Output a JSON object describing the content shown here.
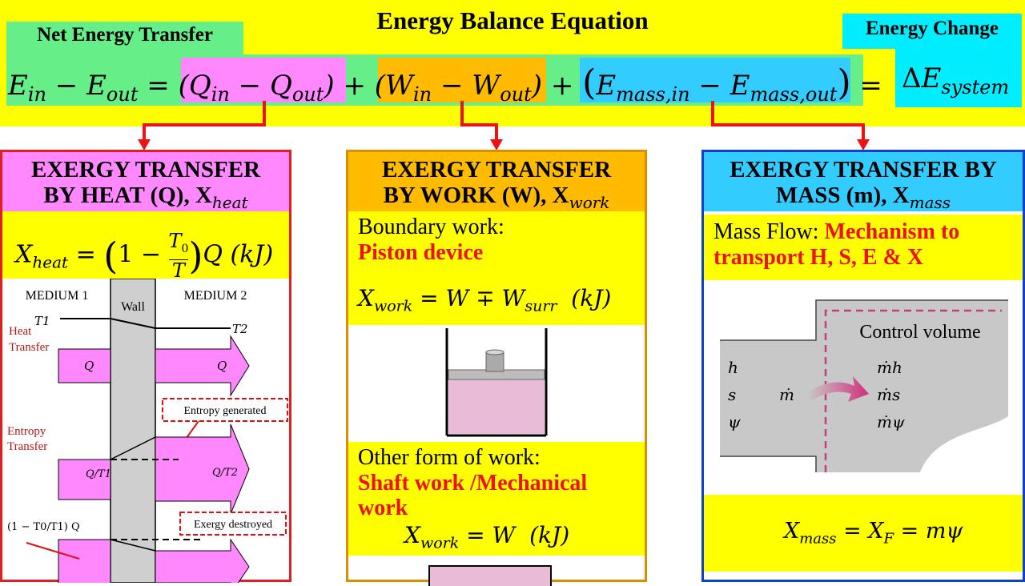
{
  "header": {
    "title": "Energy Balance Equation",
    "net_label": "Net Energy Transfer",
    "energy_change_label": "Energy Change",
    "equation": "E_in − E_out = (Q_in − Q_out) + (W_in − W_out) + (E_mass,in − E_mass,out) = ΔE_system"
  },
  "heat": {
    "title_line1": "EXERGY TRANSFER",
    "title_line2": "BY HEAT (Q), X",
    "title_sub": "heat",
    "formula": "X_heat = (1 − T0/T) Q (kJ)",
    "diagram": {
      "medium1": "MEDIUM 1",
      "medium2": "MEDIUM 2",
      "wall": "Wall",
      "t1": "T1",
      "t2": "T2",
      "heat_transfer": "Heat Transfer",
      "entropy_transfer": "Entropy Transfer",
      "entropy_generated": "Entropy generated",
      "exergy_destroyed": "Exergy destroyed",
      "q": "Q",
      "q_over_t1": "Q/T1",
      "q_over_t2": "Q/T2",
      "exergy_expr": "(1 − T0/T1) Q"
    }
  },
  "work": {
    "title_line1": "EXERGY TRANSFER",
    "title_line2": "BY WORK (W), X",
    "title_sub": "work",
    "boundary_label": "Boundary work:",
    "boundary_example": "Piston device",
    "formula1": "X_work = W ∓ W_surr (kJ)",
    "other_label": "Other form of work:",
    "other_example": "Shaft work /Mechanical work",
    "formula2": "X_work = W (kJ)"
  },
  "mass": {
    "title_line1": "EXERGY TRANSFER BY",
    "title_line2": "MASS (m), X",
    "title_sub": "mass",
    "flow_label": "Mass Flow:",
    "flow_desc": "Mechanism to transport H, S, E & X",
    "cv_label": "Control volume",
    "formula": "X_mass = X_F = mψ",
    "props": [
      "h",
      "s",
      "ψ"
    ],
    "flows": [
      "ṁh",
      "ṁs",
      "ṁψ"
    ],
    "mdot": "ṁ"
  },
  "colors": {
    "band": "#ffff00",
    "green": "#66ee88",
    "pink": "#ff88ff",
    "orange": "#ffbb00",
    "blue": "#33ccff",
    "cyan": "#00eeff",
    "red": "#ee1111"
  }
}
